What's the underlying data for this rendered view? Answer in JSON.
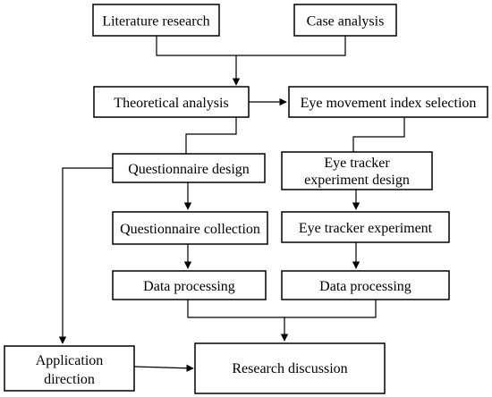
{
  "nodes": {
    "literature_research": "Literature research",
    "case_analysis": "Case analysis",
    "theoretical_analysis": "Theoretical analysis",
    "eye_movement_index_selection": "Eye movement index selection",
    "questionnaire_design": "Questionnaire design",
    "eye_tracker_experiment_design_line1": "Eye tracker",
    "eye_tracker_experiment_design_line2": "experiment design",
    "questionnaire_collection": "Questionnaire collection",
    "eye_tracker_experiment": "Eye tracker experiment",
    "data_processing_left": "Data processing",
    "data_processing_right": "Data processing",
    "application_direction_line1": "Application",
    "application_direction_line2": "direction",
    "research_discussion": "Research discussion"
  },
  "colors": {
    "stroke": "#000000",
    "fill": "#ffffff",
    "text": "#000000"
  }
}
